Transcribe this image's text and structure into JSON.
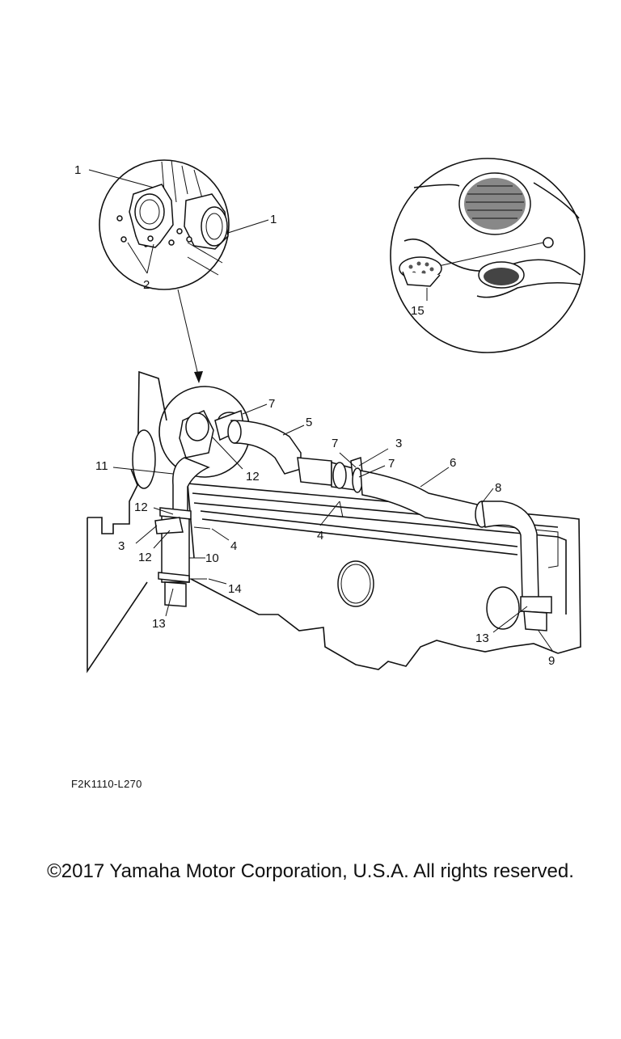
{
  "diagram": {
    "part_code": "F2K1110-L270",
    "copyright": "©2017 Yamaha Motor Corporation, U.S.A. All rights reserved.",
    "callouts": {
      "c1a": "1",
      "c1b": "1",
      "c2": "2",
      "c15": "15",
      "c7a": "7",
      "c5": "5",
      "c7b": "7",
      "c3a": "3",
      "c7c": "7",
      "c6": "6",
      "c11": "11",
      "c12a": "12",
      "c8": "8",
      "c12b": "12",
      "c4a": "4",
      "c3b": "3",
      "c4b": "4",
      "c12c": "12",
      "c10": "10",
      "c14": "14",
      "c13a": "13",
      "c13b": "13",
      "c9": "9"
    }
  }
}
